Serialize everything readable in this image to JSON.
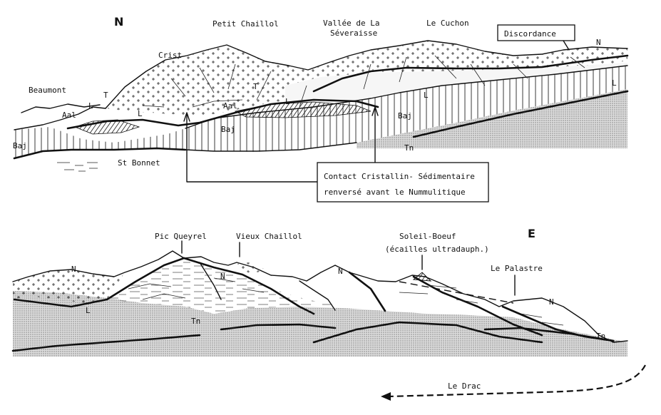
{
  "top_section": {
    "orientation_label": "N",
    "peaks": {
      "petit_chaillol": "Petit Chaillol",
      "vallee_line1": "Vallée de La",
      "vallee_line2": "Séveraisse",
      "le_cuchon": "Le Cuchon"
    },
    "discordance_label": "Discordance",
    "places": {
      "beaumont": "Beaumont",
      "st_bonnet": "St Bonnet",
      "crist": "Crist"
    },
    "units": {
      "baj": "Baj",
      "aal": "Aal",
      "l": "L",
      "t": "T",
      "tn": "Tn",
      "n": "N"
    },
    "contact_box": {
      "line1": "Contact Cristallin- Sédimentaire",
      "line2": "renversé avant le Nummulitique"
    }
  },
  "bottom_section": {
    "orientation_label": "E",
    "peaks": {
      "pic_queyrel": "Pic Queyrel",
      "vieux_chaillol": "Vieux Chaillol",
      "soleil_boeuf": "Soleil-Boeuf",
      "soleil_boeuf_note": "(écailles ultradauph.)",
      "le_palastre": "Le Palastre"
    },
    "units": {
      "n": "N",
      "l": "L",
      "tn": "Tn"
    },
    "river": "Le Drac"
  },
  "colors": {
    "ink": "#111111",
    "background": "#ffffff",
    "stipple": "#555555"
  }
}
